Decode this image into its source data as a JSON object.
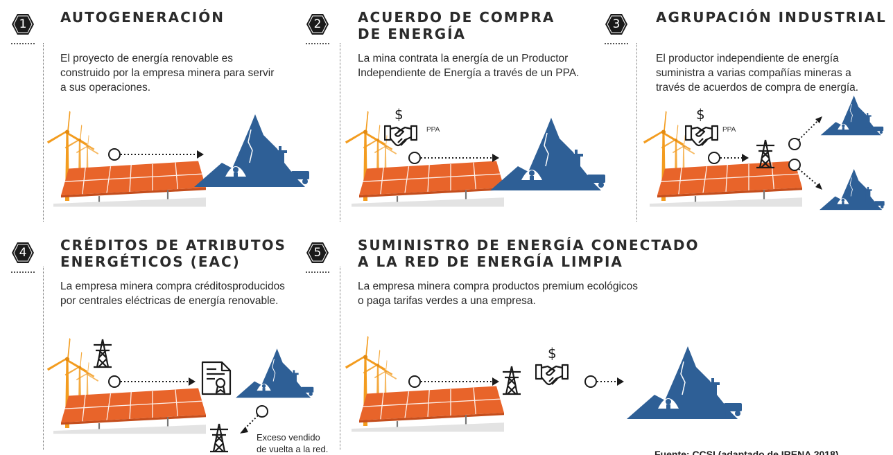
{
  "colors": {
    "orange": "#f39c1f",
    "solar": "#e8642a",
    "mine": "#2e5f96",
    "hex": "#1a1a1a"
  },
  "panels": [
    {
      "number": "1",
      "title_lines": [
        "AUTOGENERACIÓN"
      ],
      "desc_lines": [
        "El proyecto de energía renovable es",
        "construido por la empresa minera para servir",
        "a sus operaciones."
      ]
    },
    {
      "number": "2",
      "title_lines": [
        "ACUERDO DE COMPRA",
        "DE ENERGÍA"
      ],
      "desc_lines": [
        "La mina contrata la energía de un Productor",
        "Independiente de Energía a través de un PPA."
      ],
      "ppa_label": "PPA"
    },
    {
      "number": "3",
      "title_lines": [
        "AGRUPACIÓN INDUSTRIAL"
      ],
      "desc_lines": [
        "El productor independiente de energía",
        "suministra a varias compañías mineras a",
        "través de acuerdos de compra de energía."
      ],
      "ppa_label": "PPA"
    },
    {
      "number": "4",
      "title_lines": [
        "CRÉDITOS DE ATRIBUTOS",
        "ENERGÉTICOS (EAC)"
      ],
      "desc_lines": [
        "La empresa minera compra créditosproducidos",
        "por centrales eléctricas de energía renovable."
      ],
      "note_lines": [
        "Exceso vendido",
        "de vuelta a la red."
      ]
    },
    {
      "number": "5",
      "title_lines": [
        "SUMINISTRO DE ENERGÍA CONECTADO",
        "A LA RED DE ENERGÍA LIMPIA"
      ],
      "desc_lines": [
        "La empresa minera compra productos premium ecológicos",
        "o paga tarifas verdes a una empresa."
      ]
    }
  ],
  "icons": [
    "hexagon-badge-icon",
    "wind-turbine-icon",
    "solar-panel-icon",
    "mine-mountain-icon",
    "handshake-icon",
    "dollar-icon",
    "transmission-tower-icon",
    "certificate-icon",
    "arrow-icon",
    "node-circle-icon"
  ],
  "source": "Fuente: CCSI (adaptado de IRENA 2018)"
}
